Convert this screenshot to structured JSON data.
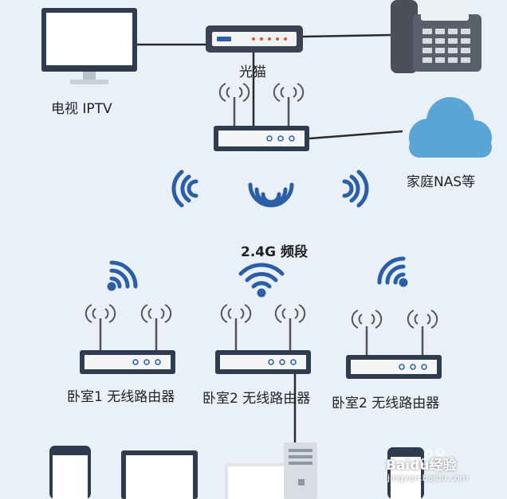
{
  "labels": {
    "tv": "电视 IPTV",
    "modem": "光猫",
    "nas": "家庭NAS等",
    "band": "2.4G 频段",
    "router1": "卧室1 无线路由器",
    "router2": "卧室2 无线路由器",
    "router3": "卧室2 无线路由器",
    "watermark_logo": "Baidu经验",
    "watermark_url": "jingyan.baidu.com"
  },
  "icons": [
    "monitor-icon",
    "modem-icon",
    "phone-icon",
    "router-icon",
    "cloud-icon",
    "wifi-icon",
    "smartphone-icon",
    "laptop-icon",
    "desktop-icon"
  ],
  "colors": {
    "background": "#eaf0f8",
    "wifi_blue": "#2a5fa8",
    "cloud_blue": "#5ba4d6",
    "device_dark": "#2f3b4e",
    "line": "#2b2b2b"
  }
}
